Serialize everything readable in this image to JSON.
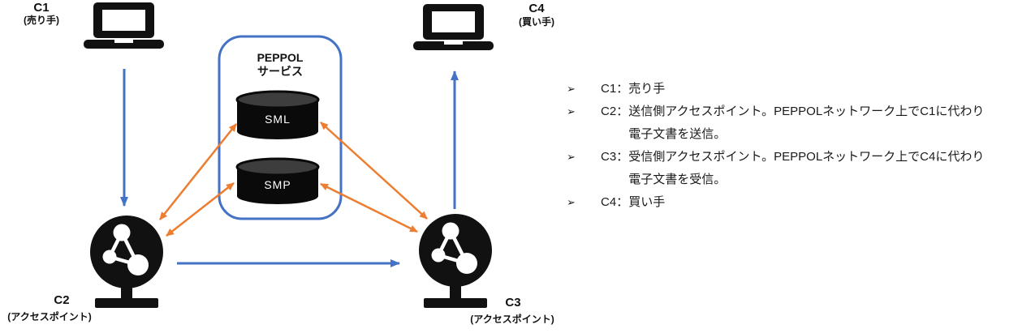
{
  "colors": {
    "arrow_blue": "#4472C4",
    "arrow_orange": "#ED7D31",
    "peppol_box_border": "#4472C4",
    "icon_black": "#111111",
    "cylinder_top": "#3d3d3d",
    "cylinder_label": "#ffffff",
    "text": "#1a1a1a"
  },
  "diagram": {
    "c1": {
      "id": "C1",
      "role": "(売り手)"
    },
    "c2": {
      "id": "C2",
      "role": "(アクセスポイント)"
    },
    "c3": {
      "id": "C3",
      "role": "(アクセスポイント)"
    },
    "c4": {
      "id": "C4",
      "role": "(買い手)"
    },
    "peppol": {
      "title_line1": "PEPPOL",
      "title_line2": "サービス",
      "sml_label": "SML",
      "smp_label": "SMP"
    }
  },
  "legend": {
    "items": [
      {
        "marker": "➢",
        "label": "C1：",
        "desc": "売り手"
      },
      {
        "marker": "➢",
        "label": "C2：",
        "desc": "送信側アクセスポイント。PEPPOLネットワーク上でC1に代わり電子文書を送信。"
      },
      {
        "marker": "➢",
        "label": "C3：",
        "desc": "受信側アクセスポイント。PEPPOLネットワーク上でC4に代わり電子文書を受信。"
      },
      {
        "marker": "➢",
        "label": "C4：",
        "desc": "買い手"
      }
    ]
  }
}
